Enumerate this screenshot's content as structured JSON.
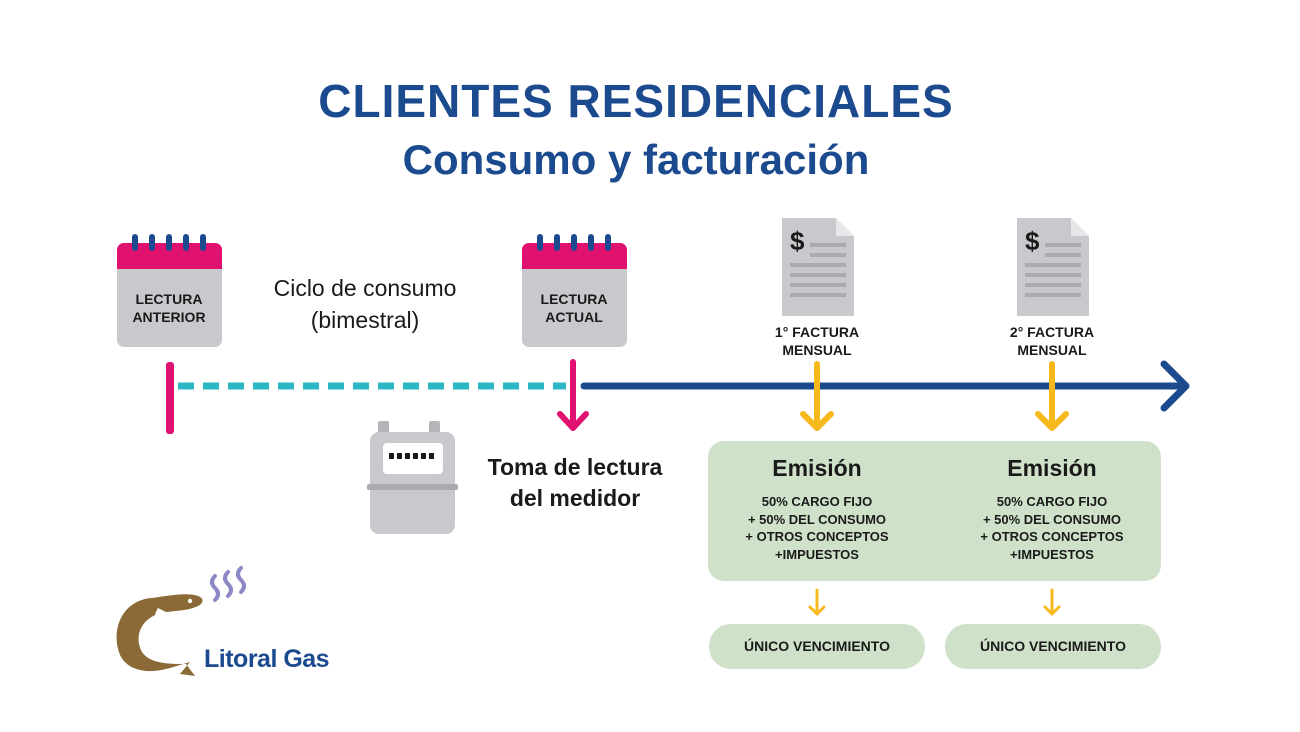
{
  "header": {
    "title": "CLIENTES RESIDENCIALES",
    "subtitle": "Consumo y facturación"
  },
  "timeline": {
    "previous_reading": [
      "LECTURA",
      "ANTERIOR"
    ],
    "current_reading": [
      "LECTURA",
      "ACTUAL"
    ],
    "cycle_label": [
      "Ciclo de consumo",
      "(bimestral)"
    ],
    "meter_reading_label": [
      "Toma de lectura",
      "del medidor"
    ],
    "invoice_symbol": "$"
  },
  "invoices": [
    {
      "label": [
        "1° FACTURA",
        "MENSUAL"
      ],
      "emission_title": "Emisión",
      "emission_lines": [
        "50% CARGO FIJO",
        "+ 50% DEL CONSUMO",
        "+ OTROS CONCEPTOS",
        "+IMPUESTOS"
      ],
      "due": "ÚNICO VENCIMIENTO"
    },
    {
      "label": [
        "2° FACTURA",
        "MENSUAL"
      ],
      "emission_title": "Emisión",
      "emission_lines": [
        "50% CARGO FIJO",
        "+ 50% DEL CONSUMO",
        "+ OTROS CONCEPTOS",
        "+IMPUESTOS"
      ],
      "due": "ÚNICO VENCIMIENTO"
    }
  ],
  "brand": {
    "name": "Litoral Gas",
    "logo_icon": "fish-flame-icon"
  },
  "colors": {
    "navy": "#1b4a8f",
    "magenta": "#e0116f",
    "teal": "#2bb8c4",
    "yellow": "#f6b81b",
    "green_box": "#cfe2c9",
    "gray": "#c7c9cc",
    "brown": "#8b6a37",
    "lavender": "#8c87c7"
  }
}
